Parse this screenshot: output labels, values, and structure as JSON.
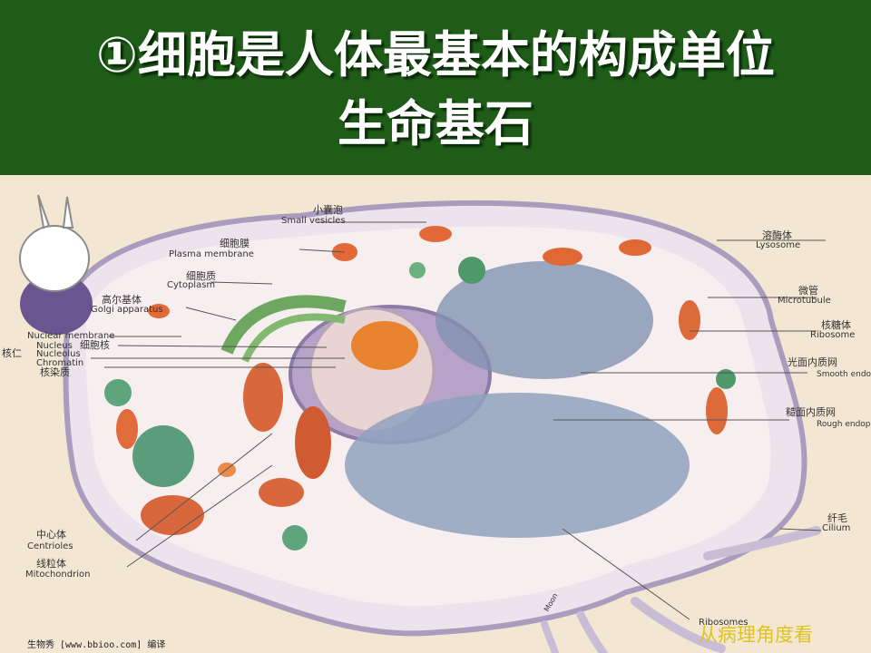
{
  "title": {
    "line1": "①细胞是人体最基本的构成单位",
    "line2": "生命基石"
  },
  "labels": {
    "small_vesicles_cn": "小囊泡",
    "small_vesicles_en": "Small vesicles",
    "plasma_membrane_cn": "细胞膜",
    "plasma_membrane_en": "Plasma membrane",
    "cytoplasm_cn": "细胞质",
    "cytoplasm_en": "Cytoplasm",
    "golgi_cn": "高尔基体",
    "golgi_en": "Golgi apparatus",
    "nuclear_membrane_en": "Nuclear membrane",
    "nucleus_en": "Nucleus",
    "nucleus_cn": "细胞核",
    "nucleolus_cn": "核仁",
    "nucleolus_en": "Nucleolus",
    "chromatin_en": "Chromatin",
    "chromatin_cn": "核染质",
    "lysosome_cn": "溶酶体",
    "lysosome_en": "Lysosome",
    "microtubule_cn": "微管",
    "microtubule_en": "Microtubule",
    "ribosome_cn": "核糖体",
    "ribosome_en": "Ribosome",
    "smooth_er_cn": "光面内质网",
    "smooth_er_en": "Smooth endoplasmic reticulum",
    "rough_er_cn": "糙面内质网",
    "rough_er_en": "Rough endoplasmic reticulum",
    "cilium_cn": "纤毛",
    "cilium_en": "Cilium",
    "centrioles_cn": "中心体",
    "centrioles_en": "Centrioles",
    "mitochondrion_cn": "线粒体",
    "mitochondrion_en": "Mitochondrion",
    "ribosomes_en": "Ribosomes",
    "moon": "Moon"
  },
  "credit": "生物秀 [www.bbioo.com] 编译",
  "footer_note": "从病理角度看"
}
